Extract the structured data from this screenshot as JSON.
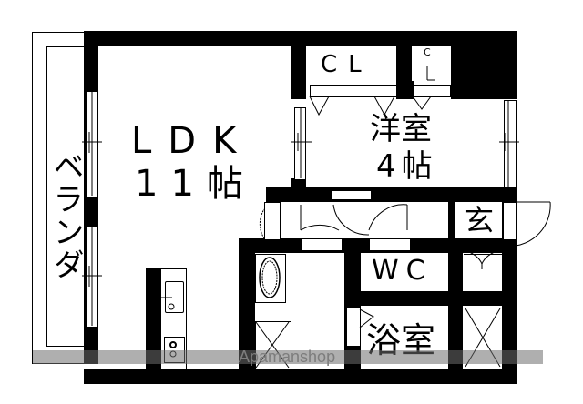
{
  "rooms": {
    "ldk": {
      "name": "LDK",
      "size": "11帖"
    },
    "western_room": {
      "name": "洋室",
      "size": "4帖"
    },
    "closet_large": {
      "name": "CL"
    },
    "closet_small": {
      "name": "CL"
    },
    "veranda": {
      "name": "ベランダ"
    },
    "entrance": {
      "name": "玄"
    },
    "toilet": {
      "name": "WC"
    },
    "bathroom": {
      "name": "浴室"
    }
  },
  "watermark": {
    "text": "Apamanshop"
  },
  "colors": {
    "wall": "#000000",
    "background": "#ffffff",
    "watermark": "#7d7d7d"
  }
}
